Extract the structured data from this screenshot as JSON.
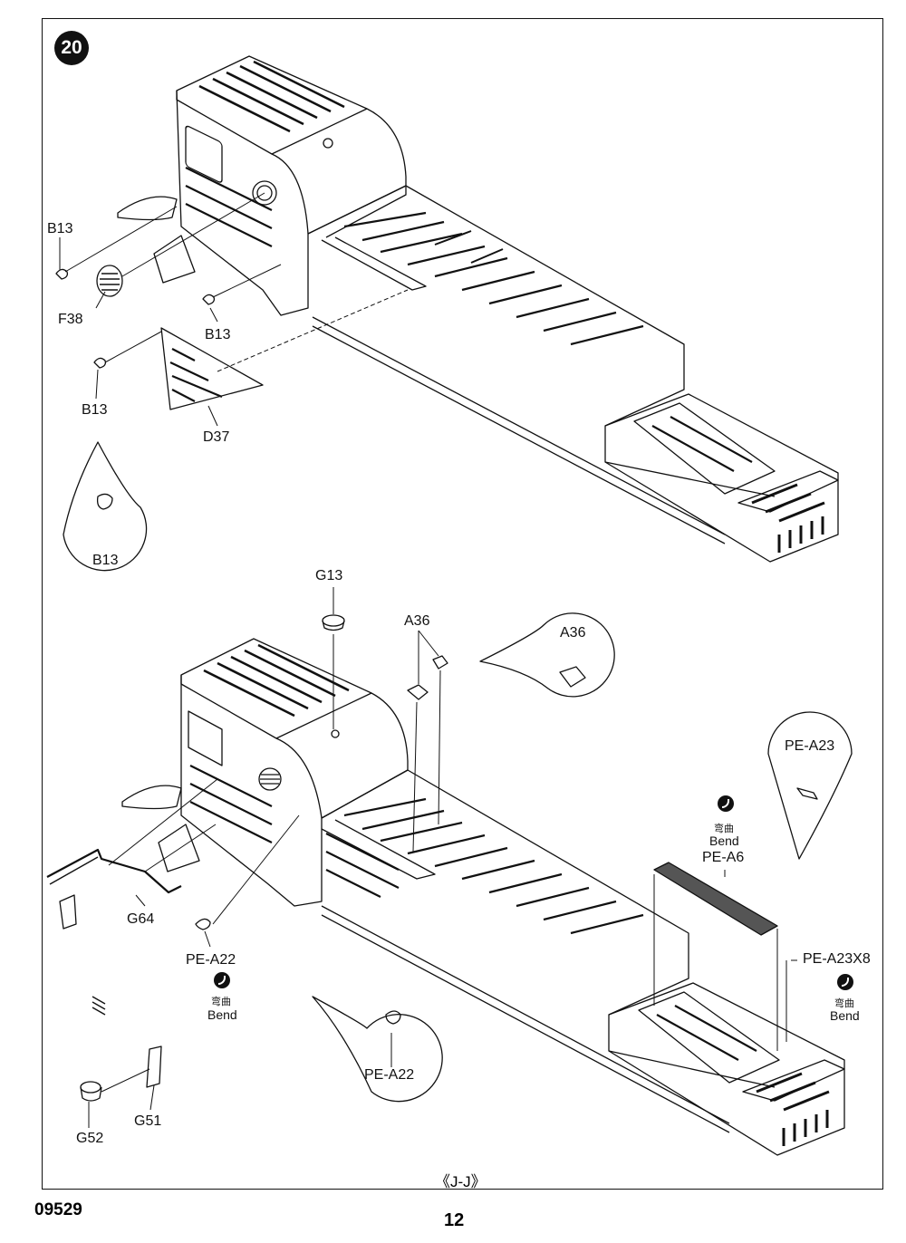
{
  "step": "20",
  "product_code": "09529",
  "page_number": "12",
  "section_label": "《J-J》",
  "labels": {
    "b13_a": "B13",
    "b13_b": "B13",
    "b13_c": "B13",
    "b13_callout": "B13",
    "f38": "F38",
    "d37": "D37",
    "g13": "G13",
    "a36": "A36",
    "a36_callout": "A36",
    "pe_a23_callout": "PE-A23",
    "pe_a6": "PE-A6",
    "pe_a23x8": "PE-A23X8",
    "g64": "G64",
    "pe_a22": "PE-A22",
    "pe_a22_callout": "PE-A22",
    "g51": "G51",
    "g52": "G52"
  },
  "bend": {
    "cn": "弯曲",
    "en": "Bend"
  },
  "bend2": {
    "cn": "弯曲",
    "en": "Bend"
  },
  "bend3": {
    "cn": "弯曲",
    "en": "Bend"
  }
}
